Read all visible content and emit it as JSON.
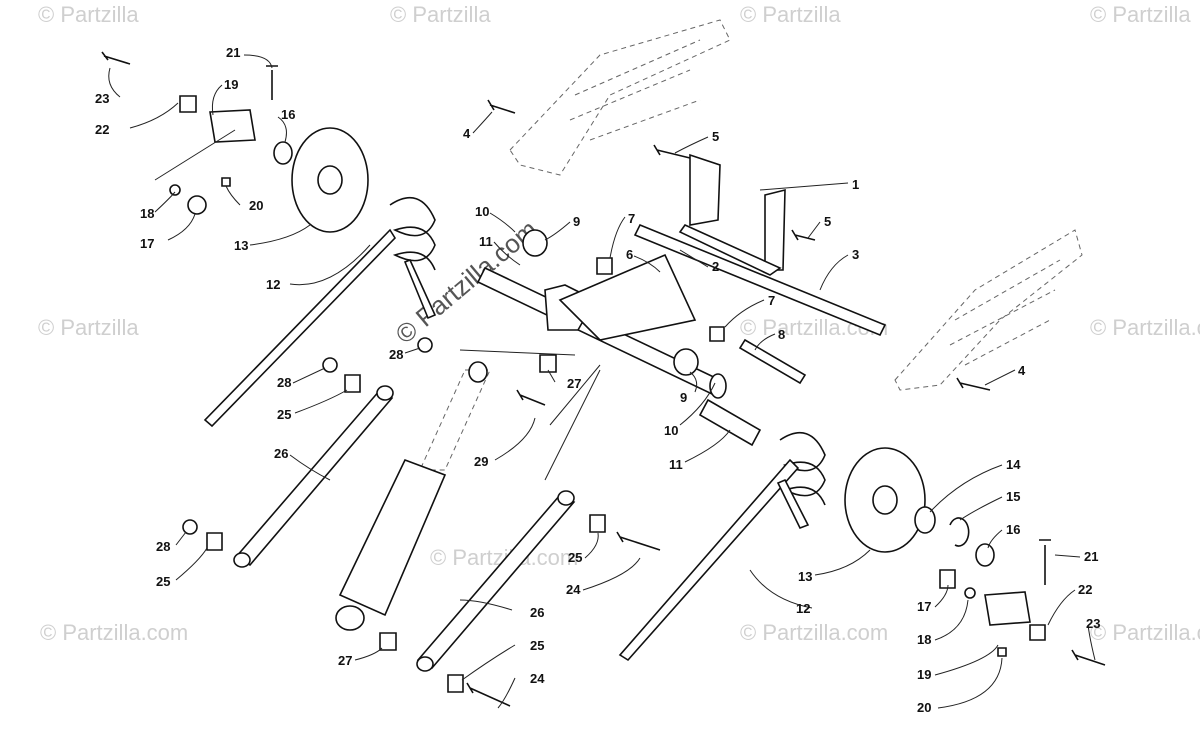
{
  "watermarks": [
    "© Partzilla",
    "© Partzilla",
    "© Partzilla",
    "© Partzilla",
    "© Partzilla",
    "© Partzilla.com",
    "© Partzilla.com",
    "© Partzilla.com",
    "© Partzilla.com",
    "© Partzilla.com",
    "© Partzilla.com"
  ],
  "center_watermark": "© Partzilla.com",
  "callouts": {
    "c1": "1",
    "c2": "2",
    "c3": "3",
    "c4a": "4",
    "c4b": "4",
    "c5a": "5",
    "c5b": "5",
    "c6": "6",
    "c7a": "7",
    "c7b": "7",
    "c8": "8",
    "c9a": "9",
    "c9b": "9",
    "c10a": "10",
    "c10b": "10",
    "c11a": "11",
    "c11b": "11",
    "c12a": "12",
    "c12b": "12",
    "c13a": "13",
    "c13b": "13",
    "c14": "14",
    "c15": "15",
    "c16a": "16",
    "c16b": "16",
    "c17a": "17",
    "c17b": "17",
    "c18a": "18",
    "c18b": "18",
    "c19a": "19",
    "c19b": "19",
    "c20a": "20",
    "c20b": "20",
    "c21a": "21",
    "c21b": "21",
    "c22a": "22",
    "c22b": "22",
    "c23a": "23",
    "c23b": "23",
    "c24a": "24",
    "c24b": "24",
    "c25a": "25",
    "c25b": "25",
    "c25c": "25",
    "c25d": "25",
    "c26a": "26",
    "c26b": "26",
    "c27a": "27",
    "c27b": "27",
    "c28a": "28",
    "c28b": "28",
    "c28c": "28",
    "c29": "29"
  }
}
